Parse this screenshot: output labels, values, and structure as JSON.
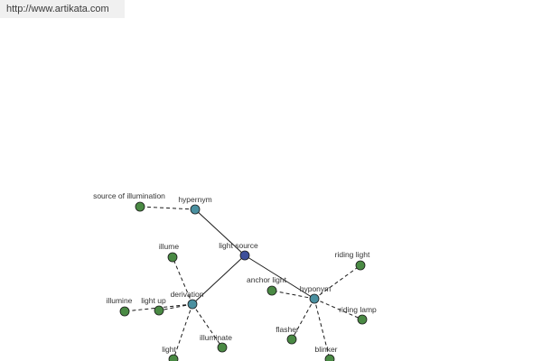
{
  "site": {
    "url": "http://www.artikata.com"
  },
  "colors": {
    "center": "#3d4f9a",
    "relation": "#4a90a0",
    "word": "#4a8a44"
  },
  "graph": {
    "center": "light source",
    "relations": [
      "hypernym",
      "derivation",
      "hyponym"
    ],
    "words": [
      "source of illumination",
      "illume",
      "illumine",
      "light up",
      "light",
      "illuminate",
      "anchor light",
      "riding light",
      "riding lamp",
      "flasher",
      "blinker"
    ]
  }
}
